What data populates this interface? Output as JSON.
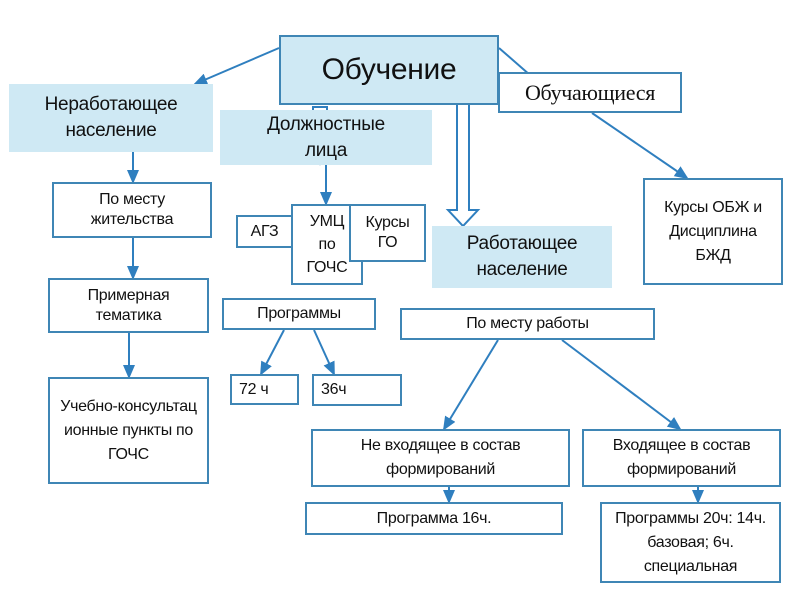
{
  "root": "Обучение",
  "nodes": {
    "nonworking": "Неработающее население",
    "officials": "Должностные лица",
    "students": "Обучающиеся",
    "by_residence": "По месту жительства",
    "topics": "Примерная тематика",
    "consult_points": "Учебно-консультационные пункты по ГОЧС",
    "agz": "АГЗ",
    "umc": "УМЦ по ГОЧС",
    "courses_go": "Курсы ГО",
    "programs": "Программы",
    "h72": "72 ч",
    "h36": "36ч",
    "working": "Работающее население",
    "obzh": "Курсы ОБЖ и Дисциплина БЖД",
    "by_work": "По месту работы",
    "not_in_formations": "Не входящее в состав формирований",
    "in_formations": "Входящее в состав формирований",
    "program16": "Программа 16ч.",
    "program20": "Программы 20ч: 14ч. базовая; 6ч. специальная"
  },
  "colors": {
    "fill": "#cfe9f4",
    "line": "#3f86b5"
  }
}
